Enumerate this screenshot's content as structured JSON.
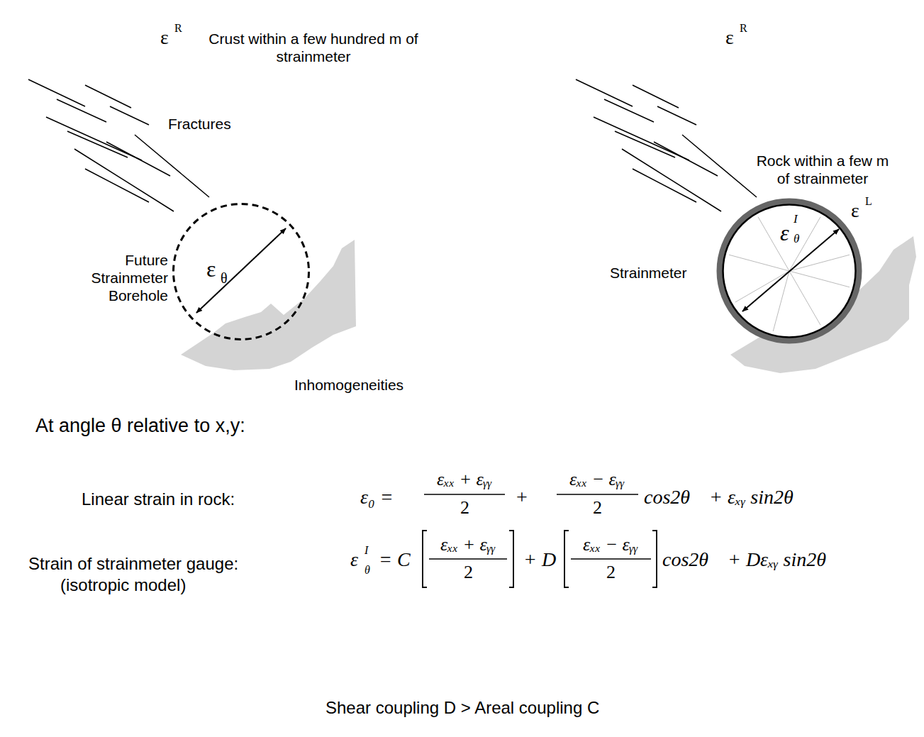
{
  "diagram": {
    "nodes": [
      {
        "text": [
          "ε",
          "θ"
        ]
      },
      {
        "text": [
          "ε",
          "I",
          "θ"
        ]
      }
    ],
    "labels": [
      "ε",
      "R",
      "Crust within a few hundred m of strainmeter",
      "Fractures",
      "Future Strainmeter Borehole",
      "Inhomogeneities",
      "ε",
      "R",
      "Strainmeter",
      "Rock within a few m of strainmeter",
      "ε",
      "L",
      "At angle θ relative to x,y:",
      "Linear strain in rock:",
      "ε₀ =",
      "εₓₓ + εᵧᵧ",
      "2",
      "+",
      "εₓₓ − εᵧᵧ",
      "2",
      "cos2θ",
      "+ εₓᵧ sin2θ",
      "Strain of strainmeter gauge:",
      "(isotropic model)",
      "ε",
      "I",
      "θ",
      "= C",
      "εₓₓ + εᵧᵧ",
      "2",
      "+ D",
      "εₓₓ − εᵧᵧ",
      "2",
      "cos2θ",
      "+ Dεₓᵧ sin2θ",
      "Shear coupling D > Areal coupling C"
    ]
  }
}
